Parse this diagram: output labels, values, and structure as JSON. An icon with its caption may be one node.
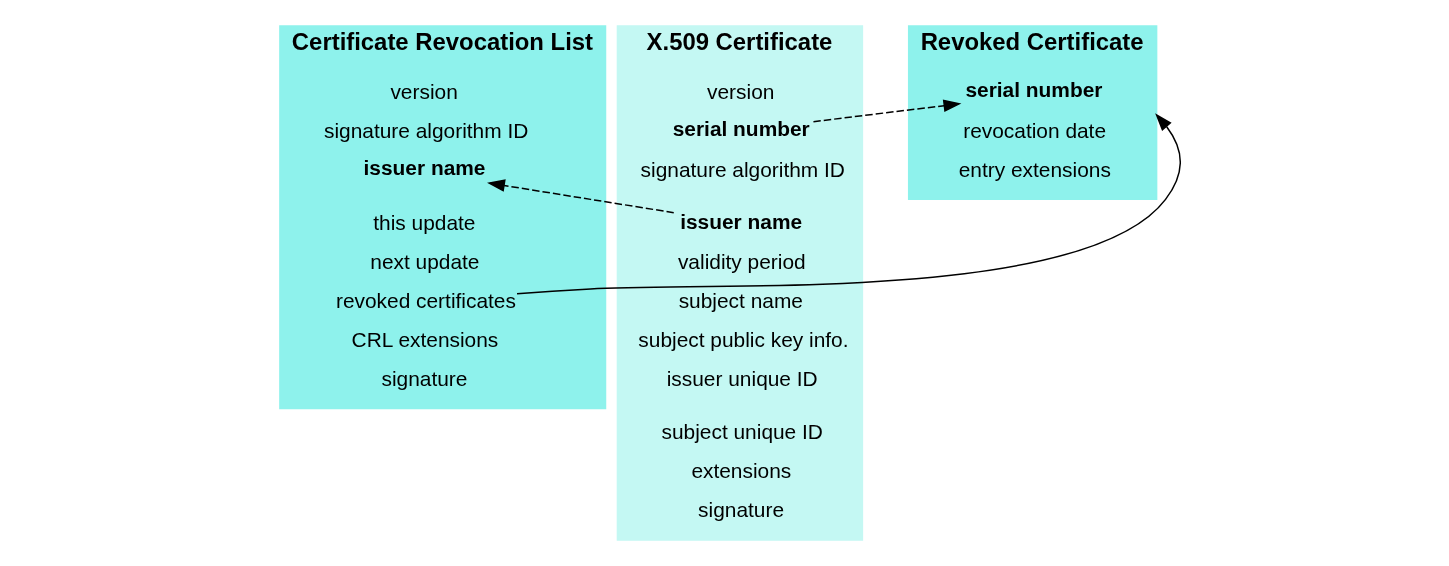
{
  "diagram": {
    "nodes": [
      {
        "text": [
          "Certificate Revocation List"
        ]
      },
      {
        "text": [
          "version"
        ],
        "in": 0
      },
      {
        "text": [
          "signature algorithm ID"
        ],
        "in": 0
      },
      {
        "text": [
          "issuer name"
        ],
        "in": 0
      },
      {
        "text": [
          "this update"
        ],
        "in": 0
      },
      {
        "text": [
          "next update"
        ],
        "in": 0
      },
      {
        "text": [
          "revoked certificates"
        ],
        "in": 0
      },
      {
        "text": [
          "CRL extensions"
        ],
        "in": 0
      },
      {
        "text": [
          "signature"
        ],
        "in": 0
      },
      {
        "text": [
          "Revoked Certificate"
        ]
      },
      {
        "text": [
          "serial number"
        ],
        "in": 9
      },
      {
        "text": [
          "revocation date"
        ],
        "in": 9
      },
      {
        "text": [
          "entry extensions"
        ],
        "in": 9
      },
      {
        "text": [
          "X.509 Certificate"
        ]
      },
      {
        "text": [
          "version"
        ],
        "in": 13
      },
      {
        "text": [
          "serial number"
        ],
        "in": 13
      },
      {
        "text": [
          "signature algorithm ID"
        ],
        "in": 13
      },
      {
        "text": [
          "issuer name"
        ],
        "in": 13
      },
      {
        "text": [
          "validity period"
        ],
        "in": 13
      },
      {
        "text": [
          "subject name"
        ],
        "in": 13
      },
      {
        "text": [
          "subject public key info."
        ],
        "in": 13
      },
      {
        "text": [
          "issuer unique ID"
        ],
        "in": 13
      },
      {
        "text": [
          "subject unique ID"
        ],
        "in": 13
      },
      {
        "text": [
          "extensions"
        ],
        "in": 13
      },
      {
        "text": [
          "signature"
        ],
        "in": 13
      }
    ],
    "edges": [
      {
        "from": 6,
        "to": 9,
        "arrow": "to"
      },
      {
        "from": 15,
        "to": 10,
        "arrow": "to",
        "style": "dashed"
      },
      {
        "from": 17,
        "to": 3,
        "arrow": "to",
        "style": "dashed"
      }
    ]
  }
}
